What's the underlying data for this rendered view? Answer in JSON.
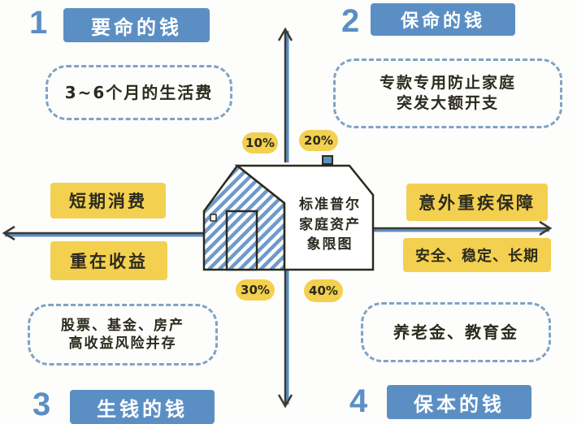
{
  "title": "标准普尔家庭资产象限图",
  "colors": {
    "blue": "#5b8fc4",
    "yellow": "#f3d04f",
    "ink": "#2c2a1e",
    "dash": "#7fa3c6",
    "background": "#fdfdfb"
  },
  "center": {
    "house_label_lines": [
      "标准普尔",
      "家庭资产",
      "象限图"
    ]
  },
  "axes": {
    "left_top_label": "短期消费",
    "left_bottom_label": "重在收益",
    "right_top_label": "意外重疾保障",
    "right_bottom_label": "安全、稳定、长期"
  },
  "quadrants": [
    {
      "number": "1",
      "title": "要命的钱",
      "description_lines": [
        "3~6个月的生活费"
      ],
      "percent": "10%"
    },
    {
      "number": "2",
      "title": "保命的钱",
      "description_lines": [
        "专款专用防止家庭",
        "突发大额开支"
      ],
      "percent": "20%"
    },
    {
      "number": "3",
      "title": "生钱的钱",
      "description_lines": [
        "股票、基金、房产",
        "高收益风险并存"
      ],
      "percent": "30%"
    },
    {
      "number": "4",
      "title": "保本的钱",
      "description_lines": [
        "养老金、教育金"
      ],
      "percent": "40%"
    }
  ]
}
